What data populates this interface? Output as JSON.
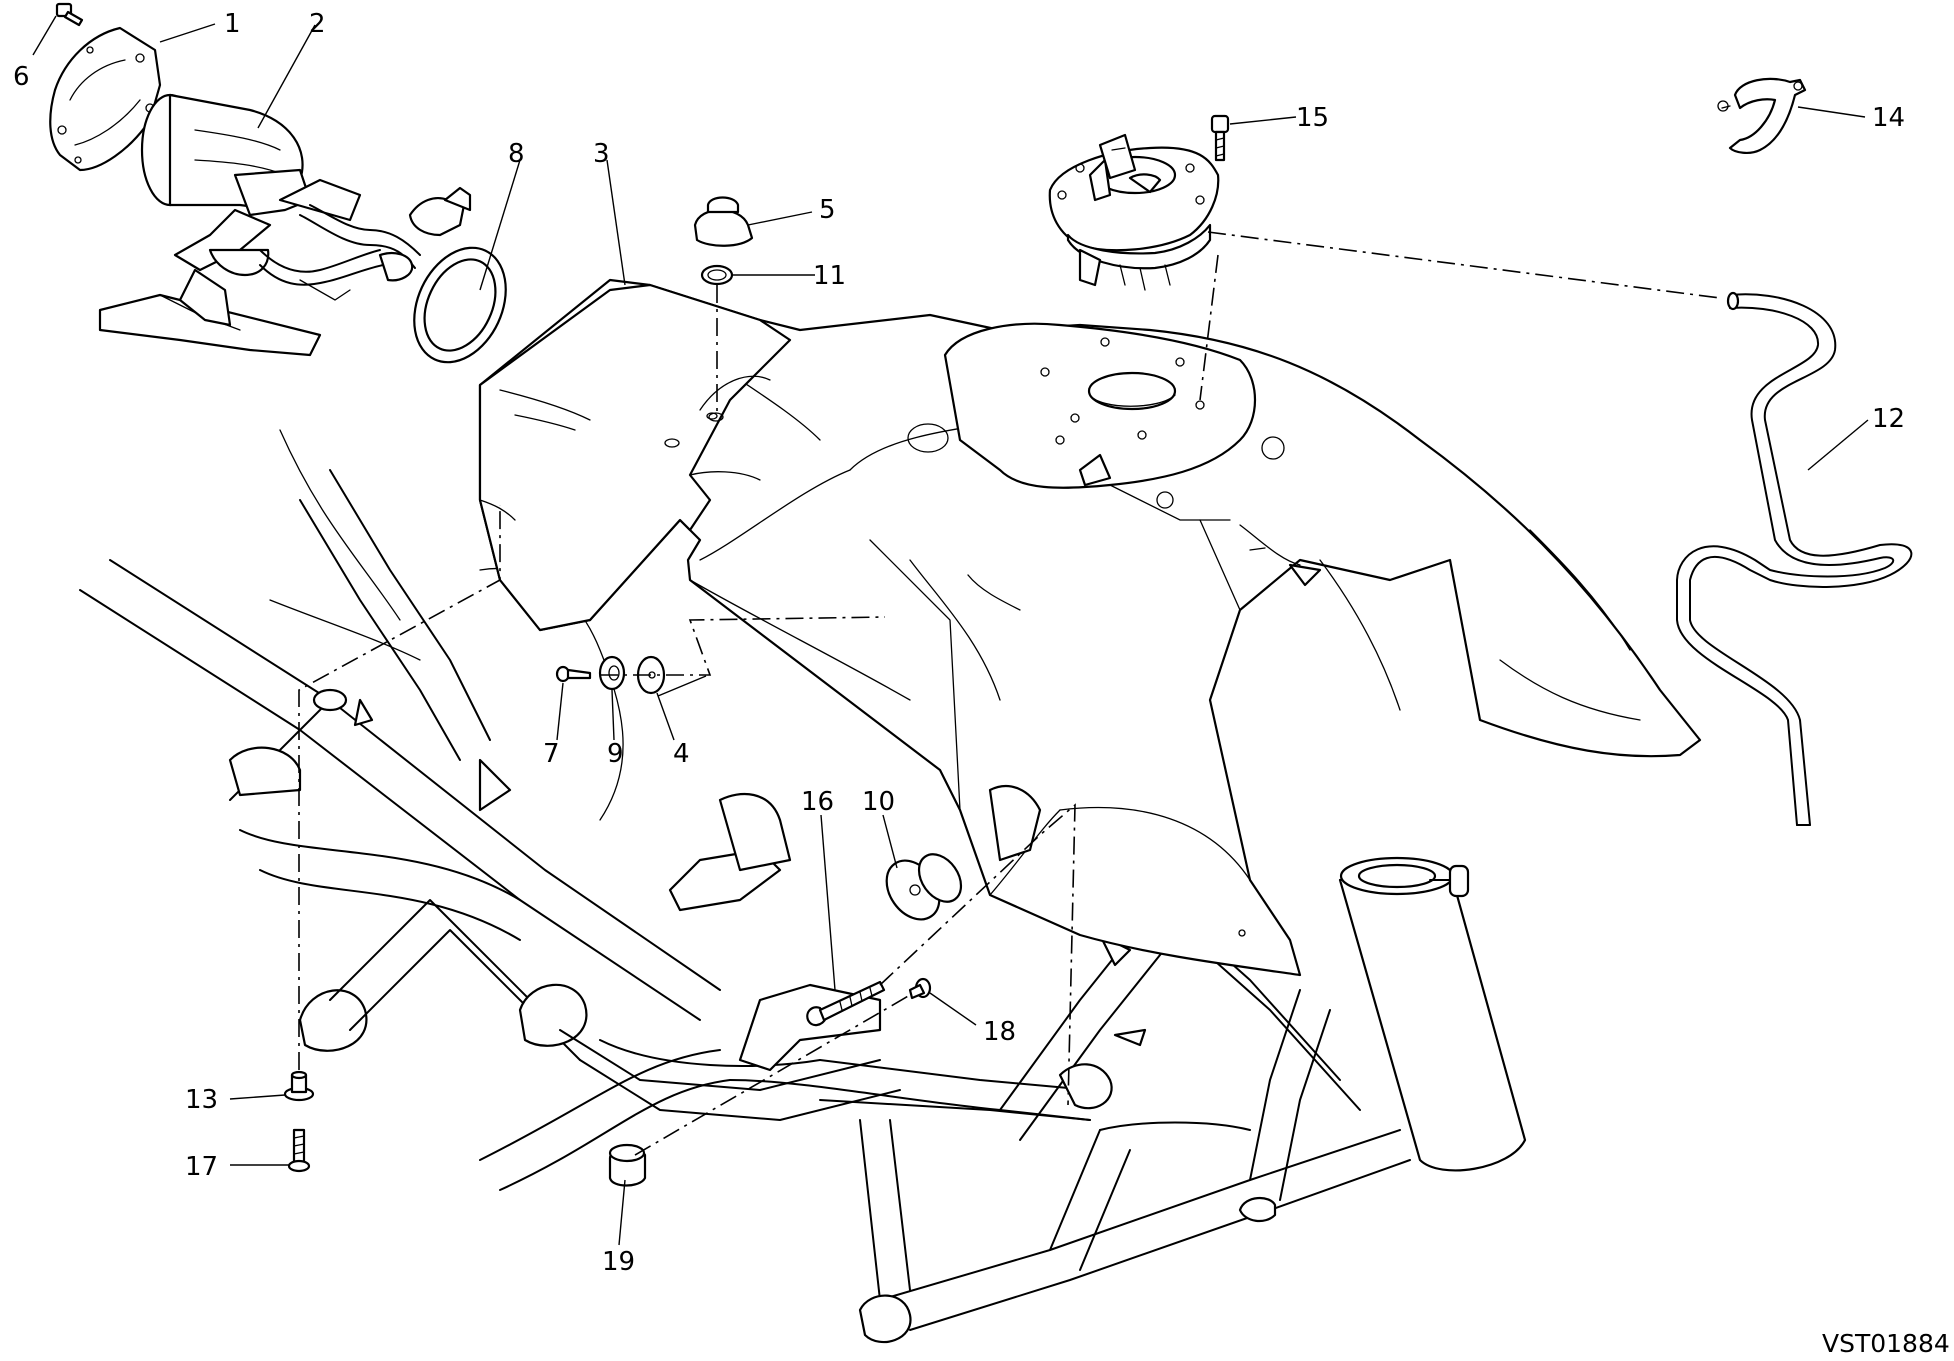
{
  "diagram": {
    "reference_code": "VST01884",
    "callouts": [
      "1",
      "2",
      "3",
      "4",
      "5",
      "6",
      "7",
      "8",
      "9",
      "10",
      "11",
      "12",
      "13",
      "14",
      "15",
      "16",
      "17",
      "18",
      "19"
    ]
  }
}
